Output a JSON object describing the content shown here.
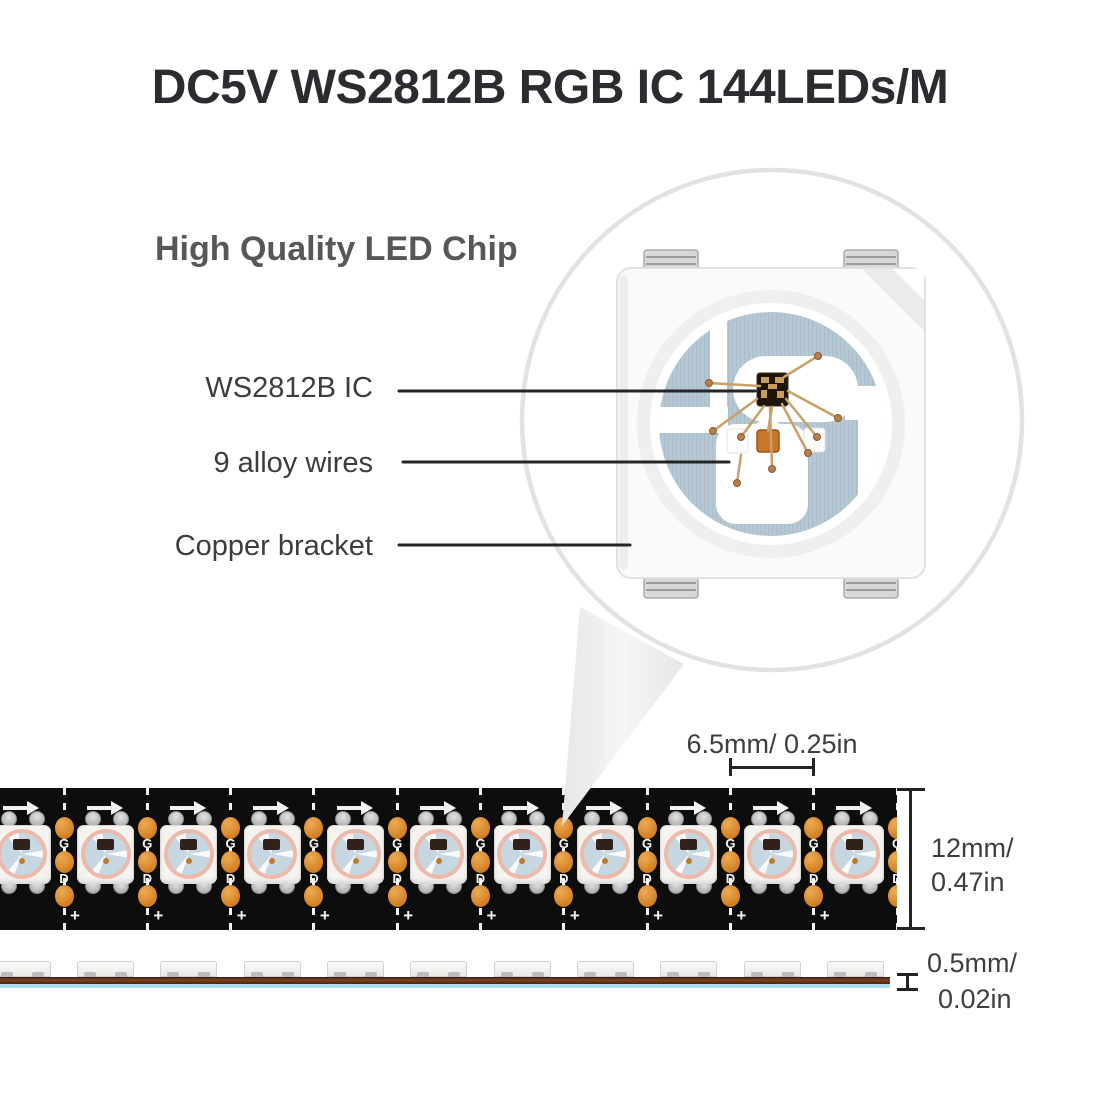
{
  "title": "DC5V WS2812B RGB IC 144LEDs/M",
  "section_heading": "High Quality LED Chip",
  "callouts": {
    "ic": "WS2812B IC",
    "wires": "9 alloy wires",
    "bracket": "Copper bracket"
  },
  "dimensions": {
    "pitch": "6.5mm/ 0.25in",
    "width_mm": "12mm/",
    "width_in": "0.47in",
    "thickness_mm": "0.5mm/",
    "thickness_in": "0.02in"
  },
  "strip": {
    "pad_labels": [
      "G",
      "D",
      "+"
    ],
    "led_count": 11
  },
  "colors": {
    "title_text": "#2b2b30",
    "heading_text": "#575759",
    "label_text": "#3d3d3d",
    "pcb_black": "#0d0d0d",
    "solder_pad_orange": "#dd8f35",
    "copper_bracket_blue": "#b7c8d4",
    "led_ring_pink": "#ecbaab",
    "wire_gold": "#c9a06a",
    "side_pcb_brown": "#5e2f18",
    "adhesive_tape_blue": "#aedcf0",
    "magnifier_ring_gray": "#e2e2e2"
  }
}
